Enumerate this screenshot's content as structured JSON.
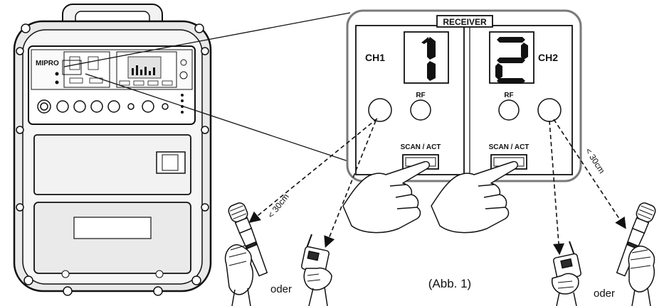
{
  "device": {
    "brand": "MIPRO"
  },
  "receiver_panel": {
    "header": "RECEIVER",
    "ch1": {
      "label": "CH1",
      "display_digit": "1",
      "rf_label": "RF",
      "button_label": "SCAN / ACT"
    },
    "ch2": {
      "label": "CH2",
      "display_digit": "2",
      "rf_label": "RF",
      "button_label": "SCAN / ACT"
    }
  },
  "annotations": {
    "distance_left": "< 30cm",
    "distance_right": "< 30cm",
    "or_left": "oder",
    "or_right": "oder",
    "figure_caption": "(Abb. 1)"
  },
  "colors": {
    "ink": "#111111",
    "panel_bg": "#ffffff",
    "frame": "#7a7a7a",
    "device_fill": "#ececec",
    "dark_fill": "#2a2a2a"
  }
}
